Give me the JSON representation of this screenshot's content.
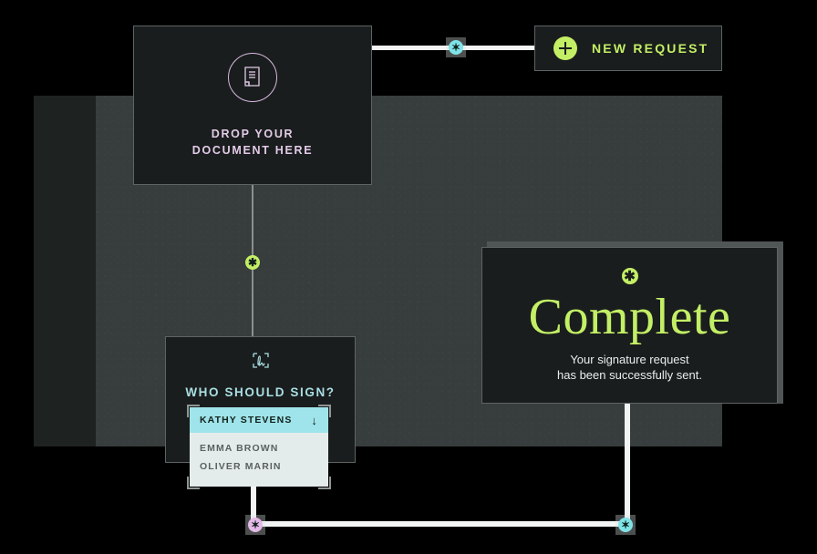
{
  "colors": {
    "background": "#000000",
    "panel": "#373d3c",
    "panel_dark_strip": "#1e2221",
    "card_bg": "#1a1d1d",
    "card_border": "#5e6463",
    "accent_lime": "#c3ef65",
    "accent_cyan": "#7fe3e8",
    "accent_pink": "#e4b9e8",
    "connector": "#f2f5f4",
    "dropdown_selected_bg": "#9fe4ea",
    "dropdown_list_bg": "#e4eceb"
  },
  "drop_card": {
    "icon": "document-icon",
    "line1": "DROP YOUR",
    "line2": "DOCUMENT HERE"
  },
  "new_request": {
    "icon": "plus-circle-icon",
    "label": "NEW REQUEST"
  },
  "complete_card": {
    "icon": "asterisk-icon",
    "title": "Complete",
    "subtitle_line1": "Your signature request",
    "subtitle_line2": "has been successfully sent."
  },
  "signer_card": {
    "icon": "signature-icon",
    "title": "WHO SHOULD SIGN?",
    "dropdown": {
      "selected": "KATHY STEVENS",
      "caret": "↓",
      "options": [
        {
          "label": "EMMA BROWN"
        },
        {
          "label": "OLIVER MARIN"
        }
      ]
    }
  },
  "connectors": {
    "nodes": [
      {
        "name": "node-top-cyan",
        "glyph": "✶",
        "color": "cyan"
      },
      {
        "name": "node-middle-green",
        "glyph": "✱",
        "color": "green"
      },
      {
        "name": "node-bottom-left-pink",
        "glyph": "✶",
        "color": "pink"
      },
      {
        "name": "node-bottom-right-cyan",
        "glyph": "✶",
        "color": "cyan"
      }
    ]
  }
}
